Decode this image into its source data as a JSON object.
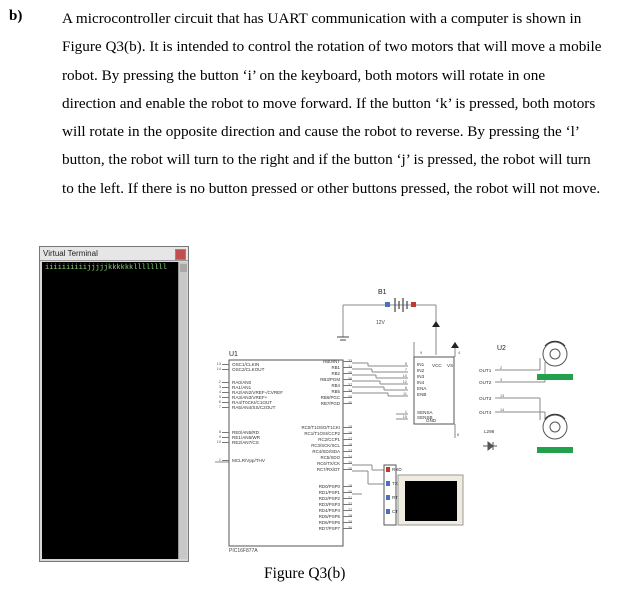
{
  "question": {
    "label": "b)",
    "lines": [
      "A microcontroller circuit that has UART communication with a computer is shown in",
      "Figure Q3(b). It is intended to control the rotation of two motors that will move a mobile",
      "robot.  By pressing the button ‘i’ on the keyboard, both motors will rotate in one",
      "direction and enable the robot to move forward. If the button ‘k’ is pressed, both motors",
      "will rotate in the opposite direction and cause the robot to reverse. By pressing the ‘l’",
      "button, the robot will turn to the right and if the button ‘j’ is pressed, the robot will turn",
      "to the left. If there is no button pressed or other buttons pressed, the robot will not move."
    ]
  },
  "virtual_terminal": {
    "title": "Virtual Terminal",
    "screen_text": "iiiiiiiiiijjjjjkkkkkkllllllll"
  },
  "schematic": {
    "b1_label": "B1",
    "b1_voltage": "12V",
    "u1_label": "U1",
    "u1_part": "PIC16F877A",
    "u1_left_pins": [
      "OSC1/CLKIN",
      "OSC2/CLKOUT",
      "RA0/AN0",
      "RA1/AN1",
      "RA2/AN2/VREF-/CVREF",
      "RA3/AN3/VREF+",
      "RA4/T0CKI/C1OUT",
      "RA5/AN4/SS/C2OUT",
      "RE0/AN5/RD",
      "RE1/AN6/WR",
      "RE2/AN7/CS",
      "MCLR/Vpp/THV"
    ],
    "u1_left_nums": [
      "13",
      "14",
      "2",
      "3",
      "4",
      "5",
      "6",
      "7",
      "8",
      "9",
      "10",
      "1"
    ],
    "u1_right_pins_a": [
      "RB0/INT",
      "RB1",
      "RB2",
      "RB3/PGM",
      "RB4",
      "RB5",
      "RB6/PGC",
      "RB7/PGD"
    ],
    "u1_right_nums_a": [
      "33",
      "34",
      "35",
      "36",
      "37",
      "38",
      "39",
      "40"
    ],
    "u1_right_pins_c": [
      "RC0/T1OSO/T1CKI",
      "RC1/T1OSI/CCP2",
      "RC2/CCP1",
      "RC3/SCK/SCL",
      "RC4/SDI/SDA",
      "RC5/SDO",
      "RC6/TX/CK",
      "RC7/RX/DT"
    ],
    "u1_right_nums_c": [
      "15",
      "16",
      "17",
      "18",
      "23",
      "24",
      "25",
      "26"
    ],
    "u1_right_pins_d": [
      "RD0/PSP0",
      "RD1/PSP1",
      "RD2/PSP2",
      "RD3/PSP3",
      "RD4/PSP4",
      "RD5/PSP5",
      "RD6/PSP6",
      "RD7/PSP7"
    ],
    "u1_right_nums_d": [
      "19",
      "20",
      "21",
      "22",
      "27",
      "28",
      "29",
      "30"
    ],
    "driver_pins_left": [
      "IN1",
      "IN2",
      "IN3",
      "IN4",
      "ENA",
      "ENB",
      "SENSA",
      "SENSB"
    ],
    "driver_nums_left": [
      "5",
      "7",
      "10",
      "12",
      "6",
      "11",
      "1",
      "15"
    ],
    "driver_top": [
      "VCC",
      "VS"
    ],
    "driver_top_nums": [
      "9",
      "4"
    ],
    "driver_right": [
      "OUT1",
      "OUT2",
      "OUT3",
      "OUT4"
    ],
    "driver_right_nums": [
      "2",
      "3",
      "13",
      "14"
    ],
    "driver_gnd": "GND",
    "driver_gnd_num": "8",
    "driver_name": "L298",
    "u2_label": "U2",
    "uart_labels": [
      "RXD",
      "TXD",
      "RTS",
      "CTS"
    ]
  },
  "caption": "Figure Q3(b)"
}
